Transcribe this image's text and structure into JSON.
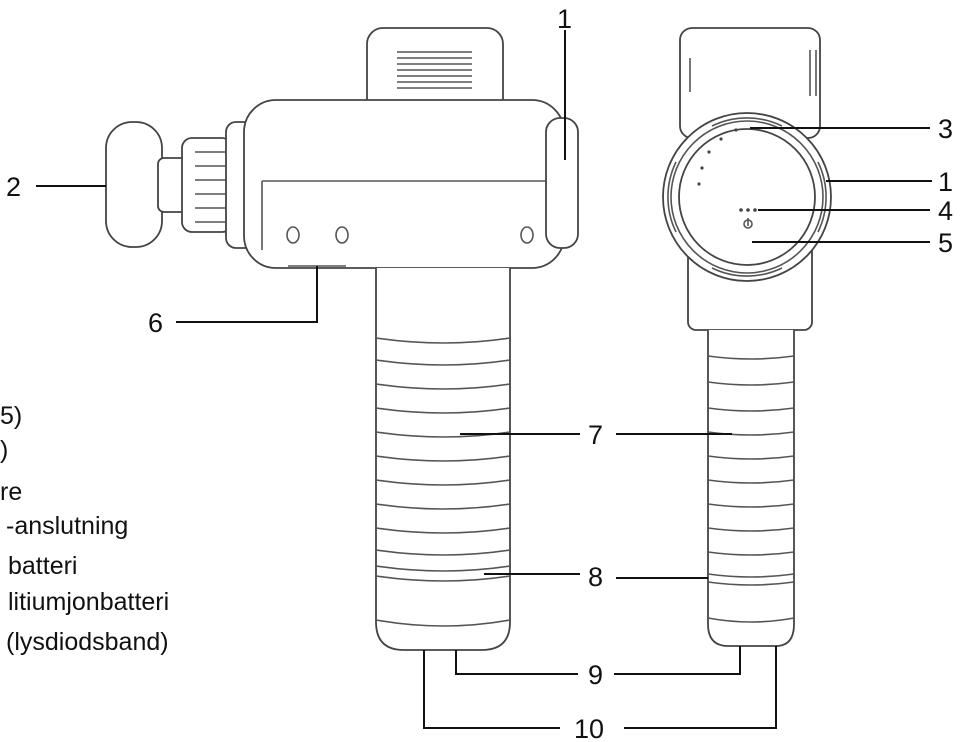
{
  "callouts": {
    "c1_side": "1",
    "c1_back": "1",
    "c2": "2",
    "c3": "3",
    "c4": "4",
    "c5": "5",
    "c6": "6",
    "c7": "7",
    "c8": "8",
    "c9": "9",
    "c10": "10"
  },
  "legend_fragments": [
    "5)",
    ")",
    "re",
    "-anslutning",
    "batteri",
    "litiumjonbatteri",
    "(lysdiodsband)"
  ]
}
